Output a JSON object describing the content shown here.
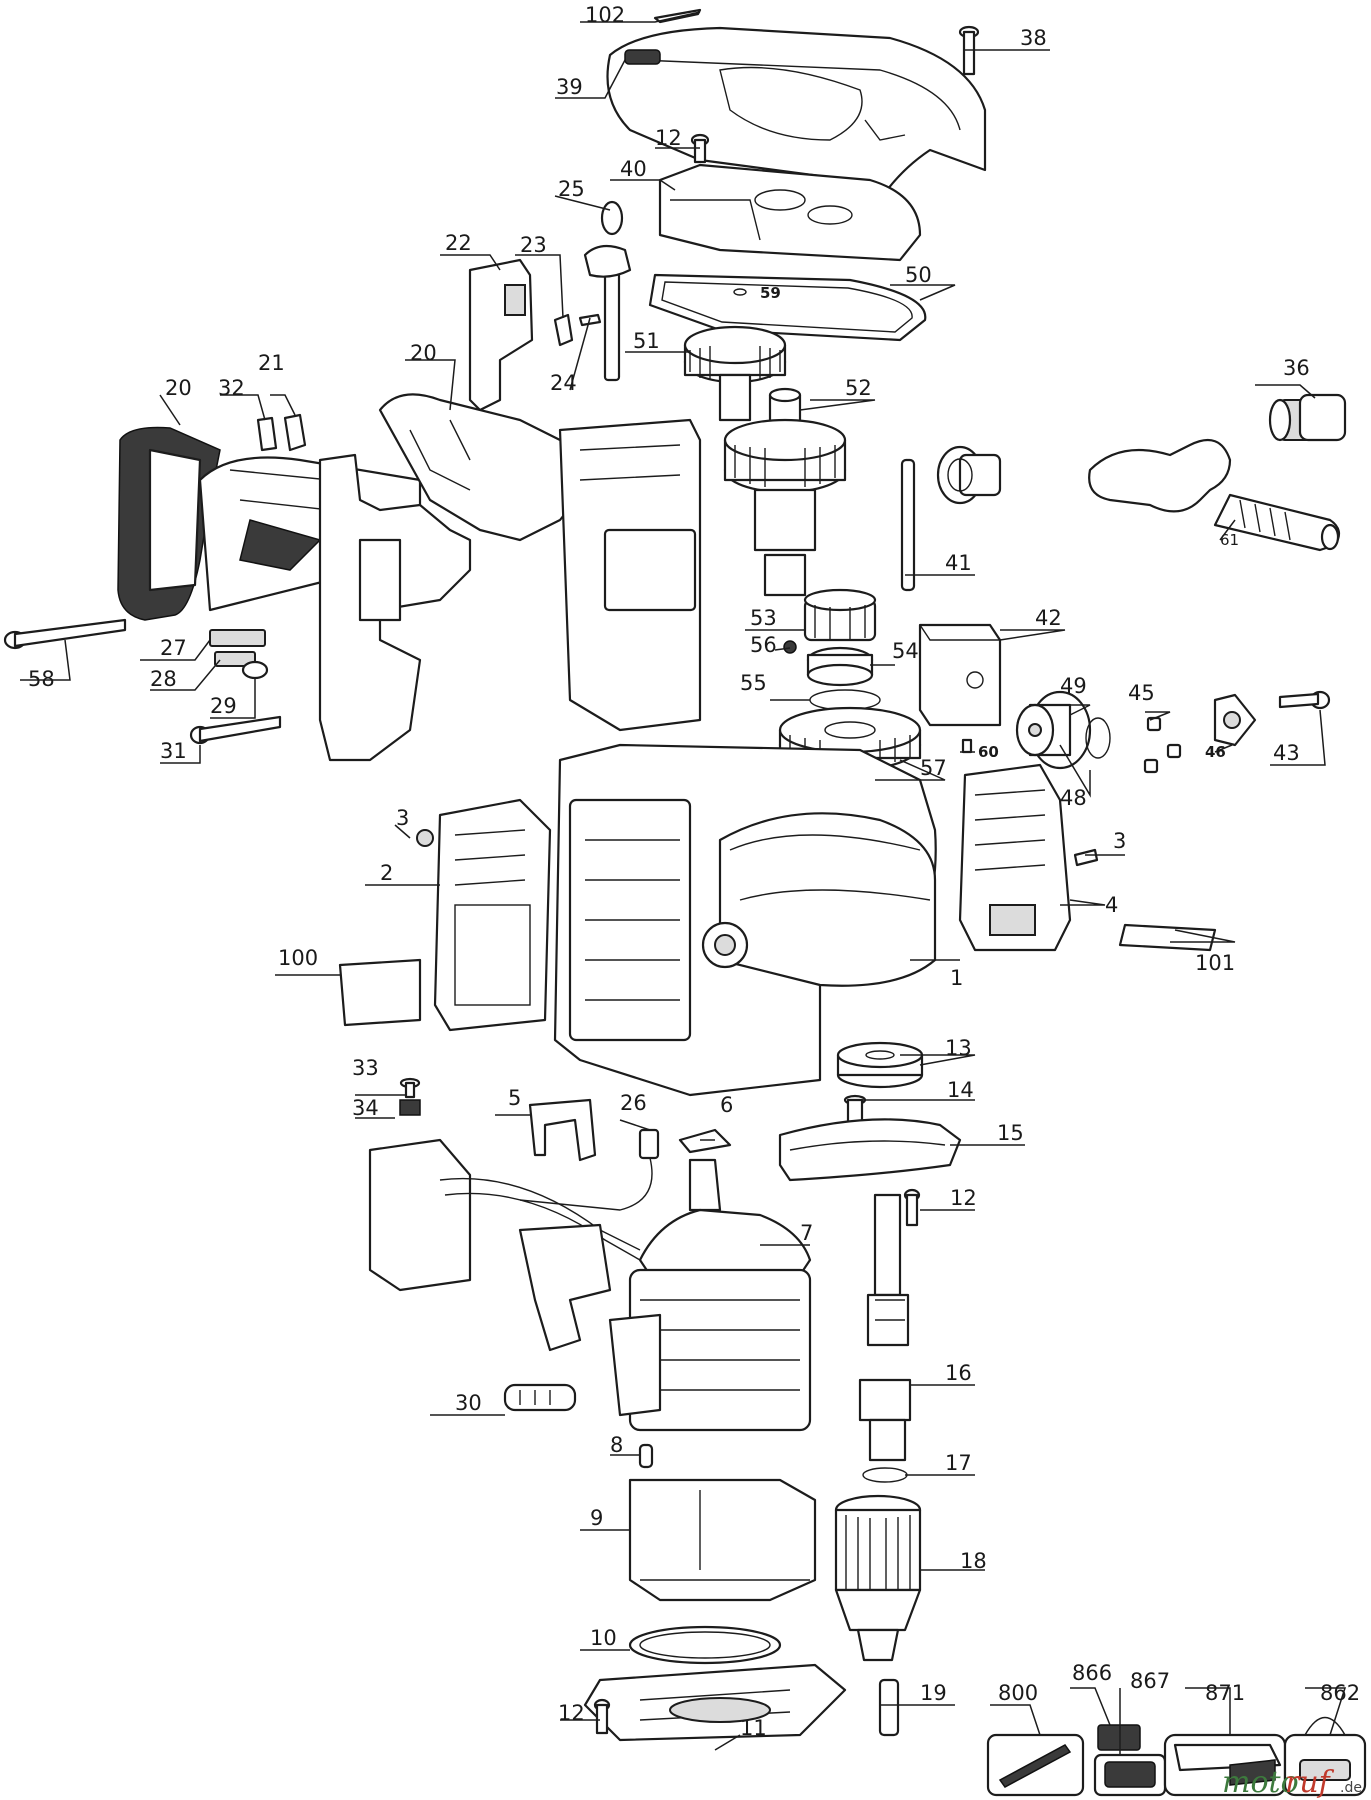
{
  "labels": [
    {
      "id": "l102",
      "text": "102"
    },
    {
      "id": "l38",
      "text": "38"
    },
    {
      "id": "l39",
      "text": "39"
    },
    {
      "id": "l12a",
      "text": "12"
    },
    {
      "id": "l40",
      "text": "40"
    },
    {
      "id": "l25",
      "text": "25"
    },
    {
      "id": "l22",
      "text": "22"
    },
    {
      "id": "l23",
      "text": "23"
    },
    {
      "id": "l50",
      "text": "50"
    },
    {
      "id": "l59",
      "text": "59"
    },
    {
      "id": "l51",
      "text": "51"
    },
    {
      "id": "l24",
      "text": "24"
    },
    {
      "id": "l20a",
      "text": "20"
    },
    {
      "id": "l21",
      "text": "21"
    },
    {
      "id": "l32",
      "text": "32"
    },
    {
      "id": "l20b",
      "text": "20"
    },
    {
      "id": "l52",
      "text": "52"
    },
    {
      "id": "l36",
      "text": "36"
    },
    {
      "id": "l61",
      "text": "61"
    },
    {
      "id": "l41",
      "text": "41"
    },
    {
      "id": "l42",
      "text": "42"
    },
    {
      "id": "l53",
      "text": "53"
    },
    {
      "id": "l56",
      "text": "56"
    },
    {
      "id": "l54",
      "text": "54"
    },
    {
      "id": "l27",
      "text": "27"
    },
    {
      "id": "l58",
      "text": "58"
    },
    {
      "id": "l28",
      "text": "28"
    },
    {
      "id": "l29",
      "text": "29"
    },
    {
      "id": "l55",
      "text": "55"
    },
    {
      "id": "l49",
      "text": "49"
    },
    {
      "id": "l45",
      "text": "45"
    },
    {
      "id": "l43",
      "text": "43"
    },
    {
      "id": "l46",
      "text": "46"
    },
    {
      "id": "l31",
      "text": "31"
    },
    {
      "id": "l60",
      "text": "60"
    },
    {
      "id": "l57",
      "text": "57"
    },
    {
      "id": "l48",
      "text": "48"
    },
    {
      "id": "l3a",
      "text": "3"
    },
    {
      "id": "l3b",
      "text": "3"
    },
    {
      "id": "l2",
      "text": "2"
    },
    {
      "id": "l4",
      "text": "4"
    },
    {
      "id": "l101",
      "text": "101"
    },
    {
      "id": "l100",
      "text": "100"
    },
    {
      "id": "l1",
      "text": "1"
    },
    {
      "id": "l13",
      "text": "13"
    },
    {
      "id": "l33",
      "text": "33"
    },
    {
      "id": "l34",
      "text": "34"
    },
    {
      "id": "l14",
      "text": "14"
    },
    {
      "id": "l5",
      "text": "5"
    },
    {
      "id": "l26",
      "text": "26"
    },
    {
      "id": "l6",
      "text": "6"
    },
    {
      "id": "l15",
      "text": "15"
    },
    {
      "id": "l12b",
      "text": "12"
    },
    {
      "id": "l7",
      "text": "7"
    },
    {
      "id": "l16",
      "text": "16"
    },
    {
      "id": "l30",
      "text": "30"
    },
    {
      "id": "l8",
      "text": "8"
    },
    {
      "id": "l17",
      "text": "17"
    },
    {
      "id": "l9",
      "text": "9"
    },
    {
      "id": "l18",
      "text": "18"
    },
    {
      "id": "l10",
      "text": "10"
    },
    {
      "id": "l866",
      "text": "866"
    },
    {
      "id": "l867",
      "text": "867"
    },
    {
      "id": "l871",
      "text": "871"
    },
    {
      "id": "l862",
      "text": "862"
    },
    {
      "id": "l800",
      "text": "800"
    },
    {
      "id": "l12c",
      "text": "12"
    },
    {
      "id": "l11",
      "text": "11"
    },
    {
      "id": "l19",
      "text": "19"
    }
  ],
  "watermark": {
    "part1": "moto",
    "part2": "ruf",
    "suffix": ".de",
    "color1": "#3d7a3d",
    "color2": "#c0392b"
  },
  "colors": {
    "ink": "#1c1c1c",
    "shade": "#dcdcdc",
    "dark": "#3a3a3a",
    "background": "#ffffff"
  }
}
